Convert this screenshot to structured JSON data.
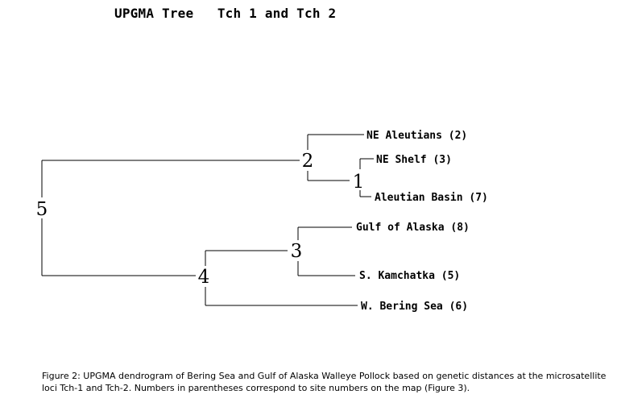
{
  "title": "UPGMA Tree   Tch 1 and Tch 2",
  "tree": {
    "leaves": [
      {
        "id": "ne_aleutians",
        "label": "NE Aleutians (2)"
      },
      {
        "id": "ne_shelf",
        "label": "NE Shelf (3)"
      },
      {
        "id": "aleutian_basin",
        "label": "Aleutian Basin (7)"
      },
      {
        "id": "gulf_of_alaska",
        "label": "Gulf of Alaska (8)"
      },
      {
        "id": "s_kamchatka",
        "label": "S. Kamchatka (5)"
      },
      {
        "id": "w_bering_sea",
        "label": "W. Bering Sea (6)"
      }
    ],
    "nodes": [
      {
        "id": "n1",
        "label": "1",
        "children": [
          "ne_shelf",
          "aleutian_basin"
        ]
      },
      {
        "id": "n2",
        "label": "2",
        "children": [
          "ne_aleutians",
          "n1"
        ]
      },
      {
        "id": "n3",
        "label": "3",
        "children": [
          "gulf_of_alaska",
          "s_kamchatka"
        ]
      },
      {
        "id": "n4",
        "label": "4",
        "children": [
          "n3",
          "w_bering_sea"
        ]
      },
      {
        "id": "n5",
        "label": "5",
        "children": [
          "n2",
          "n4"
        ]
      }
    ]
  },
  "caption": "Figure 2: UPGMA dendrogram of Bering Sea and Gulf of Alaska Walleye Pollock based on genetic distances at the microsatellite loci Tch-1 and Tch-2. Numbers in parentheses correspond to site numbers on the map (Figure 3)."
}
